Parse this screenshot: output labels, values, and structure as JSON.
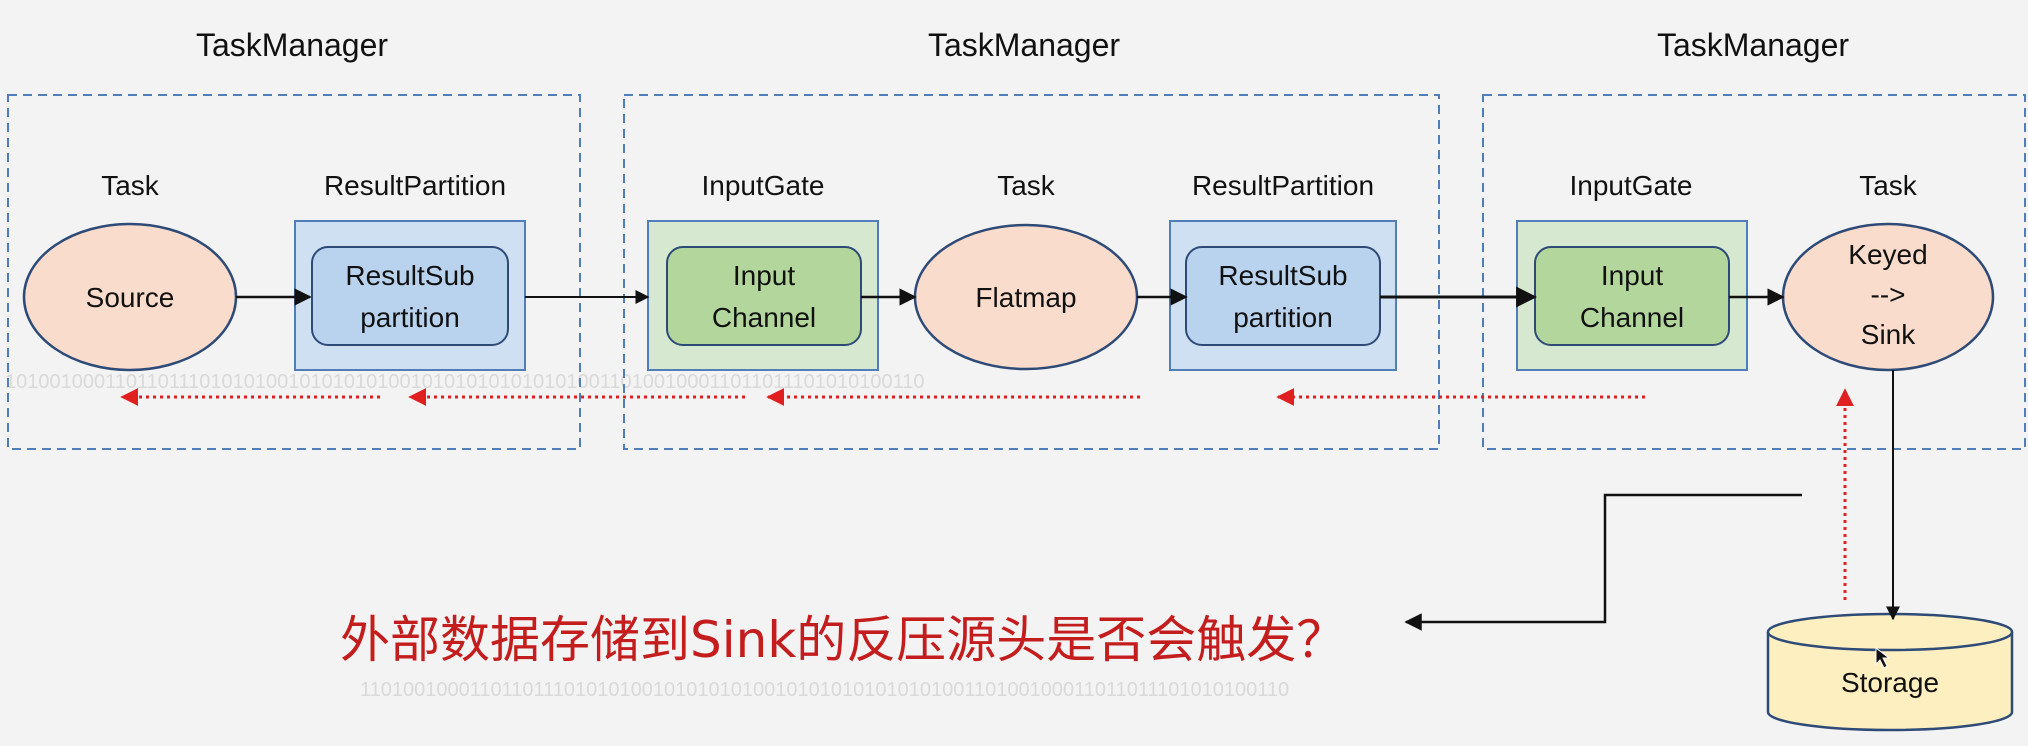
{
  "colors": {
    "container_border": "#4f7eb8",
    "task_fill": "#f9dccc",
    "task_stroke": "#2e4b78",
    "partition_outer": "#cfe0f3",
    "partition_inner": "#b9d3ee",
    "gate_outer": "#d6e8cf",
    "gate_inner": "#b3d69d",
    "storage_fill": "#fdefc0",
    "arrow": "#111111",
    "backpressure": "#e02020",
    "question": "#c41d1d"
  },
  "task_managers": [
    {
      "label": "TaskManager"
    },
    {
      "label": "TaskManager"
    },
    {
      "label": "TaskManager"
    }
  ],
  "headers": {
    "task1": "Task",
    "rp1": "ResultPartition",
    "ig1": "InputGate",
    "task2": "Task",
    "rp2": "ResultPartition",
    "ig2": "InputGate",
    "task3": "Task"
  },
  "nodes": {
    "source": "Source",
    "subpartition1": [
      "ResultSub",
      "partition"
    ],
    "channel1": [
      "Input",
      "Channel"
    ],
    "flatmap": "Flatmap",
    "subpartition2": [
      "ResultSub",
      "partition"
    ],
    "channel2": [
      "Input",
      "Channel"
    ],
    "keyed_sink": [
      "Keyed",
      "-->",
      "Sink"
    ],
    "storage": "Storage"
  },
  "binary_strip_1": "101001000110110111010101001010101010010101010101010100110100100011011011101010100110",
  "binary_strip_2": "1101001000110110111010101001010101010010101010101010100110100100011011011101010100110",
  "question": "外部数据存储到Sink的反压源头是否会触发？"
}
